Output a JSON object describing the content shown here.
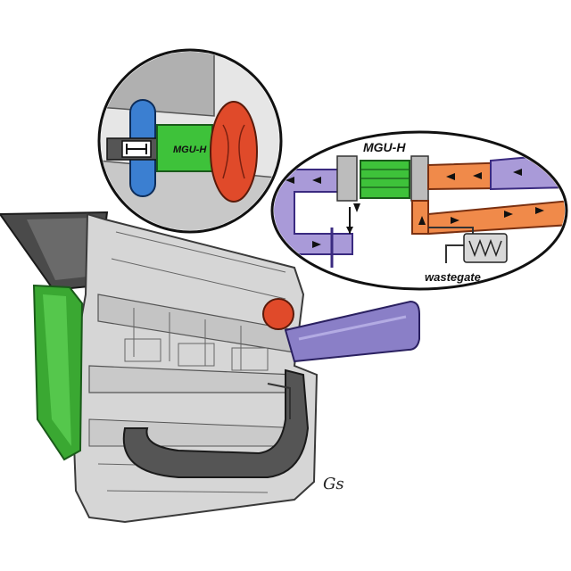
{
  "labels": {
    "mgu_h_zoom": "MGU-H",
    "mgu_h_schematic": "MGU-H",
    "wastegate": "wastegate"
  },
  "colors": {
    "engine_body": "#d6d6d6",
    "engine_outline": "#3a3a3a",
    "compressor": "#3b7fd1",
    "turbine": "#e04a2a",
    "mgu_h": "#3ec23a",
    "intake_pipe": "#8a7fc7",
    "exhaust_pipe": "#f08a4a",
    "exhaust_duct": "#555555",
    "airbox": "#4a4a4a",
    "intercooler": "#3aa832",
    "flow_arrow": "#111111"
  },
  "icons": [
    "honda-logo-icon",
    "wastegate-spring-icon",
    "flow-arrow-icon",
    "artist-signature"
  ]
}
